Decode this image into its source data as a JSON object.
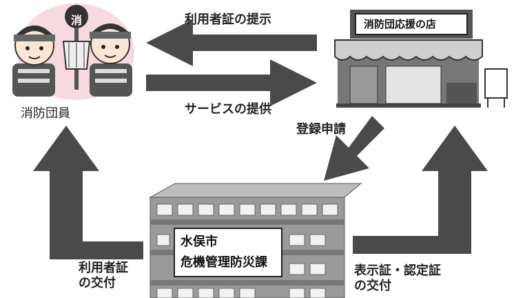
{
  "arrows": {
    "present_card": "利用者証の提示",
    "provide_service": "サービスの提供",
    "register": "登録申請",
    "issue_user_card": [
      "利用者証",
      "の交付"
    ],
    "issue_certificates": [
      "表示証・認定証",
      "の交付"
    ]
  },
  "firefighters": {
    "label": "消防団員",
    "badge": "消"
  },
  "shop": {
    "sign": "消防団応援の店"
  },
  "city_office": {
    "line1": "水俣市",
    "line2": "危機管理防災課"
  },
  "colors": {
    "arrow": "#4a4a4a",
    "highlight": "#f3c9d3",
    "building": "#9a9a9a"
  }
}
